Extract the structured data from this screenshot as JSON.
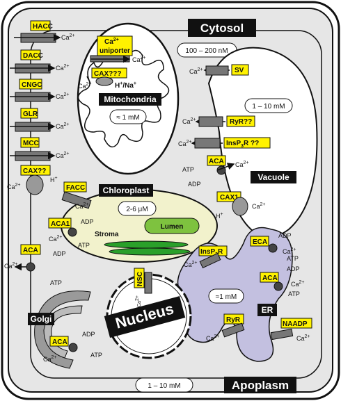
{
  "regions": {
    "cytosol": "Cytosol",
    "cytosol_conc": "100 – 200 nM",
    "apoplasm": "Apoplasm",
    "apoplasm_conc": "1 – 10 mM",
    "mitochondria": "Mitochondria",
    "mito_conc": "≈ 1 mM",
    "vacuole": "Vacuole",
    "vacuole_conc": "1 – 10 mM",
    "chloroplast": "Chloroplast",
    "chloro_conc": "2-6 μM",
    "stroma": "Stroma",
    "lumen": "Lumen",
    "nucleus": "Nucleus",
    "golgi": "Golgi",
    "er": "ER",
    "er_conc": "≈1 mM"
  },
  "transporters": {
    "hacc": "HACC",
    "dacc": "DACC",
    "cngc": "CNGC",
    "glr": "GLR",
    "mcc": "MCC",
    "cax_pm": "CAX??",
    "facc": "FACC",
    "aca1": "ACA1",
    "aca_pm": "ACA",
    "ca_uniporter_1": "Ca",
    "ca_uniporter_2": "uniporter",
    "cax_mito": "CAX???",
    "sv": "SV",
    "ryr_vac": "RyR??",
    "insp3r_vac": "InsP",
    "insp3r_vac_tail": "R ??",
    "aca_vac": "ACA",
    "cax1": "CAX1",
    "nsc": "NSC",
    "insp3r_er": "InsP",
    "insp3r_er_tail": "R",
    "eca": "ECA",
    "aca_er": "ACA",
    "ryr_er": "RyR",
    "naadp": "NAADP",
    "aca_golgi": "ACA"
  },
  "ions": {
    "ca": "Ca",
    "ca_sup": "2+",
    "h": "H",
    "h_sup": "+",
    "na": "/Na",
    "na_sup": "+",
    "sub3": "3",
    "atp": "ATP",
    "adp": "ADP"
  },
  "colors": {
    "label_yellow": "#fff200",
    "cytosol_fill": "#e6e6e6",
    "chloroplast_fill": "#f2f2cc",
    "lumen_fill": "#7ec23f",
    "thylakoid": "#2aa02a",
    "er_fill": "#c3c0e0",
    "golgi_fill": "#9a9a9a",
    "dark_box": "#111111"
  }
}
